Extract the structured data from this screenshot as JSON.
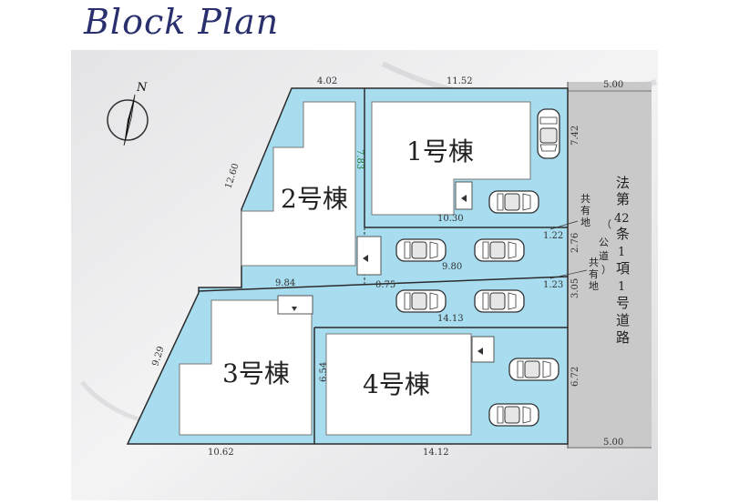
{
  "title": "Block Plan",
  "compass": {
    "label": "N"
  },
  "buildings": {
    "b1": "1号棟",
    "b2": "2号棟",
    "b3": "3号棟",
    "b4": "4号棟"
  },
  "road": {
    "label": [
      "法",
      "第",
      "42",
      "条",
      "1",
      "項",
      "1",
      "号",
      "道",
      "路"
    ],
    "sub": [
      "（",
      "公",
      "道",
      "）"
    ],
    "width_top": "5.00",
    "width_bottom": "5.00"
  },
  "shared": {
    "upper": [
      "共",
      "有",
      "地"
    ],
    "lower": [
      "共",
      "有",
      "地"
    ]
  },
  "dimensions": {
    "top_left": "4.02",
    "top_right": "11.52",
    "left_upper": "12.60",
    "left_lower": "9.29",
    "bottom_left": "10.62",
    "bottom_right": "14.12",
    "b2_depth": "7.83",
    "b1_inner": "10.30",
    "right_upper": "7.42",
    "right_lower": "6.72",
    "drive_upper_w": "1.22",
    "drive_lower_w": "1.23",
    "drive_len_upper": "9.80",
    "drive_len_lower": "14.13",
    "drive_gap": "2.76",
    "drive_gap2": "3.05",
    "b2_bottom": "9.84",
    "drive_offset": "0.75",
    "b4_depth": "6.54"
  },
  "colors": {
    "lot": "#a8dcef",
    "road": "#c9c9c9",
    "building": "#ffffff",
    "outline": "#2b2b2b",
    "title": "#2a2f6e",
    "green_dim": "#1f7a3a"
  }
}
